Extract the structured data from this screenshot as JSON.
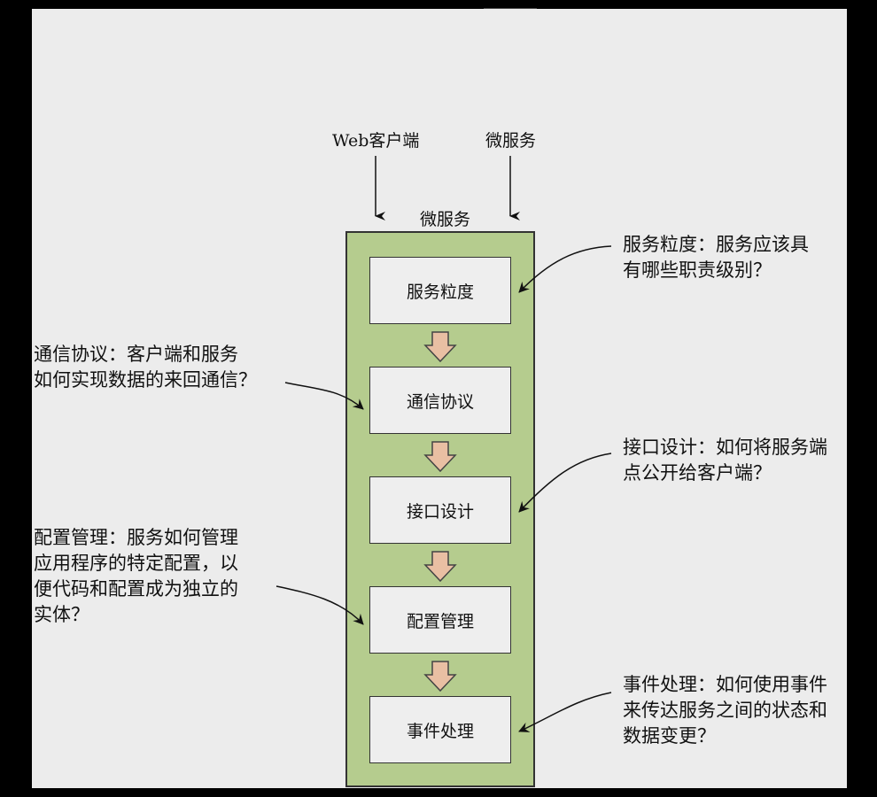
{
  "top": {
    "client_label": "Web客户端",
    "server_label": "微服务"
  },
  "container": {
    "title": "微服务",
    "fill_color": "#b5cc8e",
    "border_color": "#333333"
  },
  "steps": [
    {
      "label": "服务粒度"
    },
    {
      "label": "通信协议"
    },
    {
      "label": "接口设计"
    },
    {
      "label": "配置管理"
    },
    {
      "label": "事件处理"
    }
  ],
  "notes": {
    "granularity": [
      "服务粒度：服务应该具",
      "有哪些职责级别？"
    ],
    "protocol": [
      "通信协议：客户端和服务",
      "如何实现数据的来回通信？"
    ],
    "interface": [
      "接口设计：如何将服务端",
      "点公开给客户端？"
    ],
    "config": [
      "配置管理：服务如何管理",
      "应用程序的特定配置，以",
      "便代码和配置成为独立的",
      "实体？"
    ],
    "events": [
      "事件处理：如何使用事件",
      "来传达服务之间的状态和",
      "数据变更？"
    ]
  },
  "colors": {
    "monitor": "#c6d9a6",
    "server": "#e8c8a0",
    "down_arrow": "#e9bfa3",
    "background": "#ececec"
  }
}
